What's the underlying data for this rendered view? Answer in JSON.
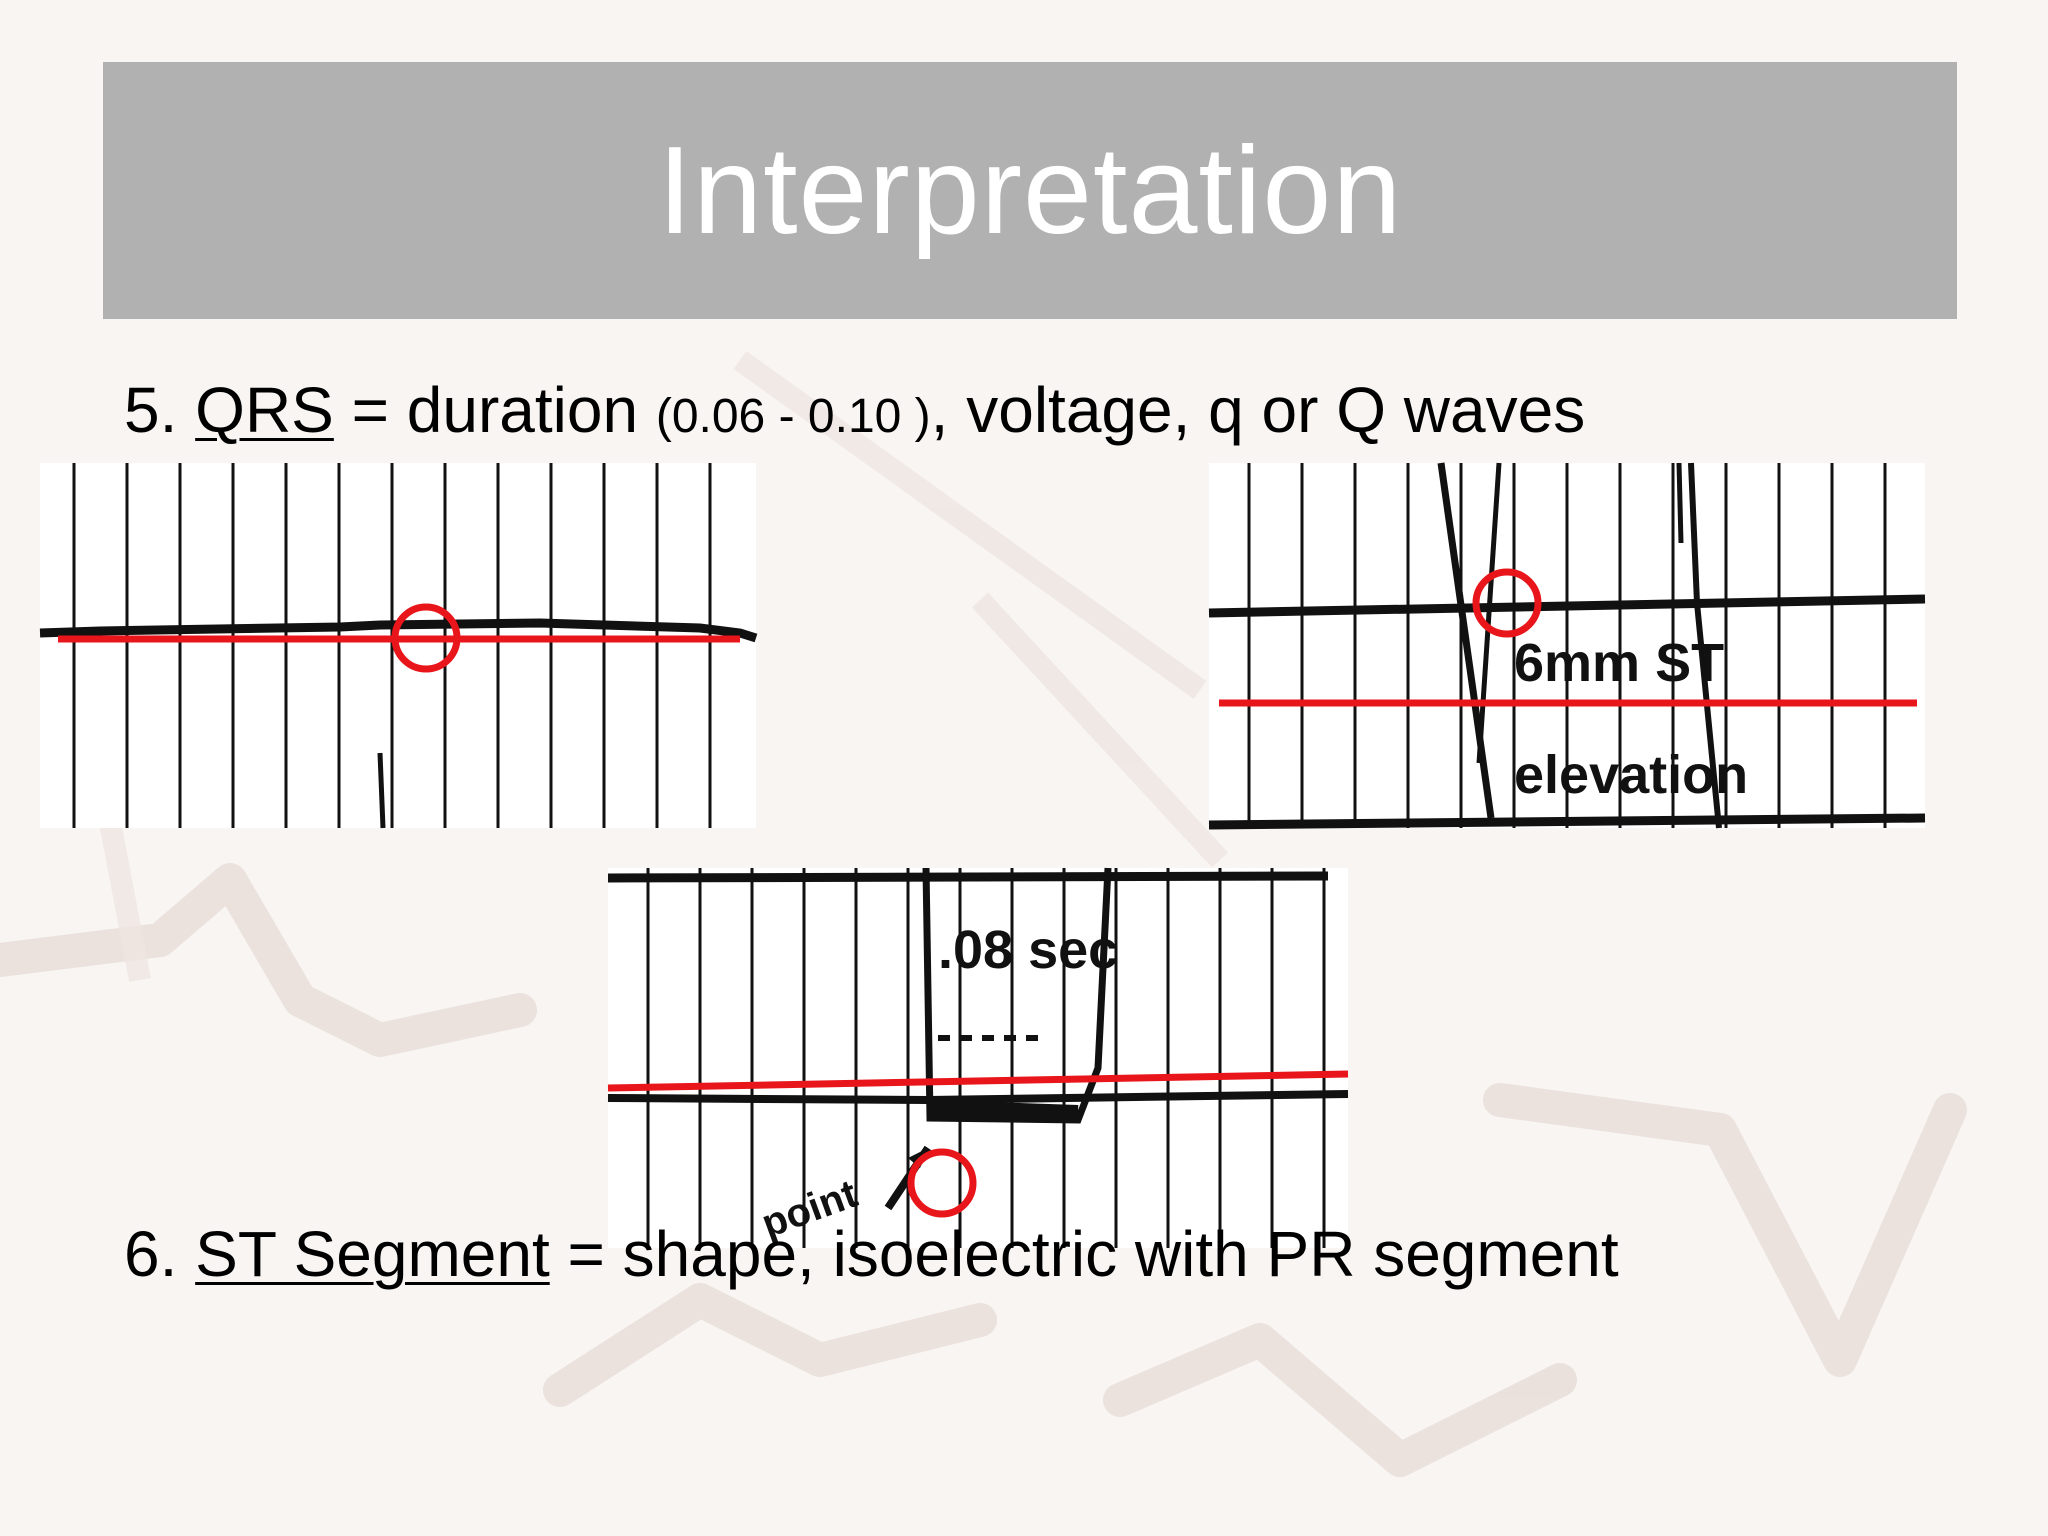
{
  "slide": {
    "title": "Interpretation",
    "items": [
      {
        "number": "5.",
        "term": "QRS",
        "eq": "=",
        "text_a": "duration",
        "range": "(0.06 - 0.10 )",
        "text_b": ", voltage, q or Q waves"
      },
      {
        "number": "6.",
        "term": "ST Segment",
        "eq": "=",
        "text": "shape, isoelectric with PR segment"
      }
    ]
  },
  "ecg_images": {
    "strip_2": {
      "label_line1": "6mm ST",
      "label_line2": "elevation"
    },
    "strip_3": {
      "label_top": ".08 sec",
      "label_bottom": "point"
    }
  },
  "colors": {
    "title_bar": "#b1b1b1",
    "annotation_red": "#e8161b",
    "background": "#f8f5f3"
  }
}
